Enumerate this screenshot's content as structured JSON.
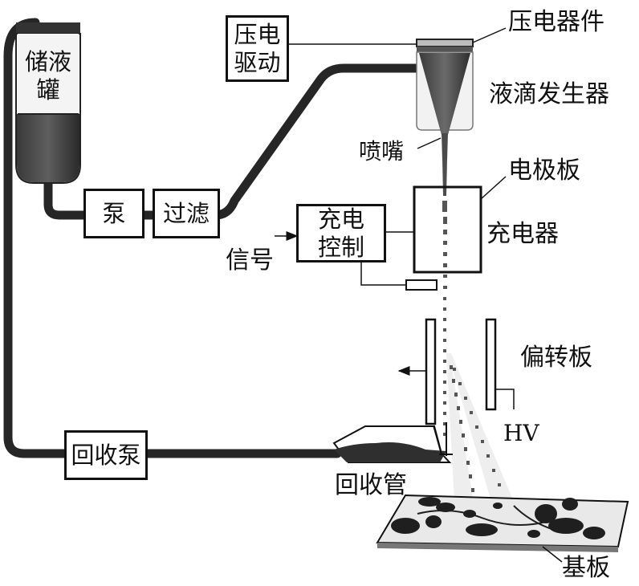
{
  "reservoir": {
    "label_line1": "储液",
    "label_line2": "罐"
  },
  "pump": "泵",
  "filter": "过滤",
  "recovery_pump": "回收泵",
  "piezo_drive": {
    "line1": "压电",
    "line2": "驱动"
  },
  "charge_control": {
    "line1": "充电",
    "line2": "控制"
  },
  "labels": {
    "piezo_element": "压电器件",
    "droplet_generator": "液滴发生器",
    "nozzle": "喷嘴",
    "electrode_plate": "电极板",
    "charger": "充电器",
    "signal": "信号",
    "deflection_plate": "偏转板",
    "hv": "HV",
    "recovery_tube": "回收管",
    "substrate": "基板"
  },
  "colors": {
    "line": "#111111",
    "pipe": "#262626",
    "liquid": "#3a3a3a",
    "background": "#ffffff"
  }
}
